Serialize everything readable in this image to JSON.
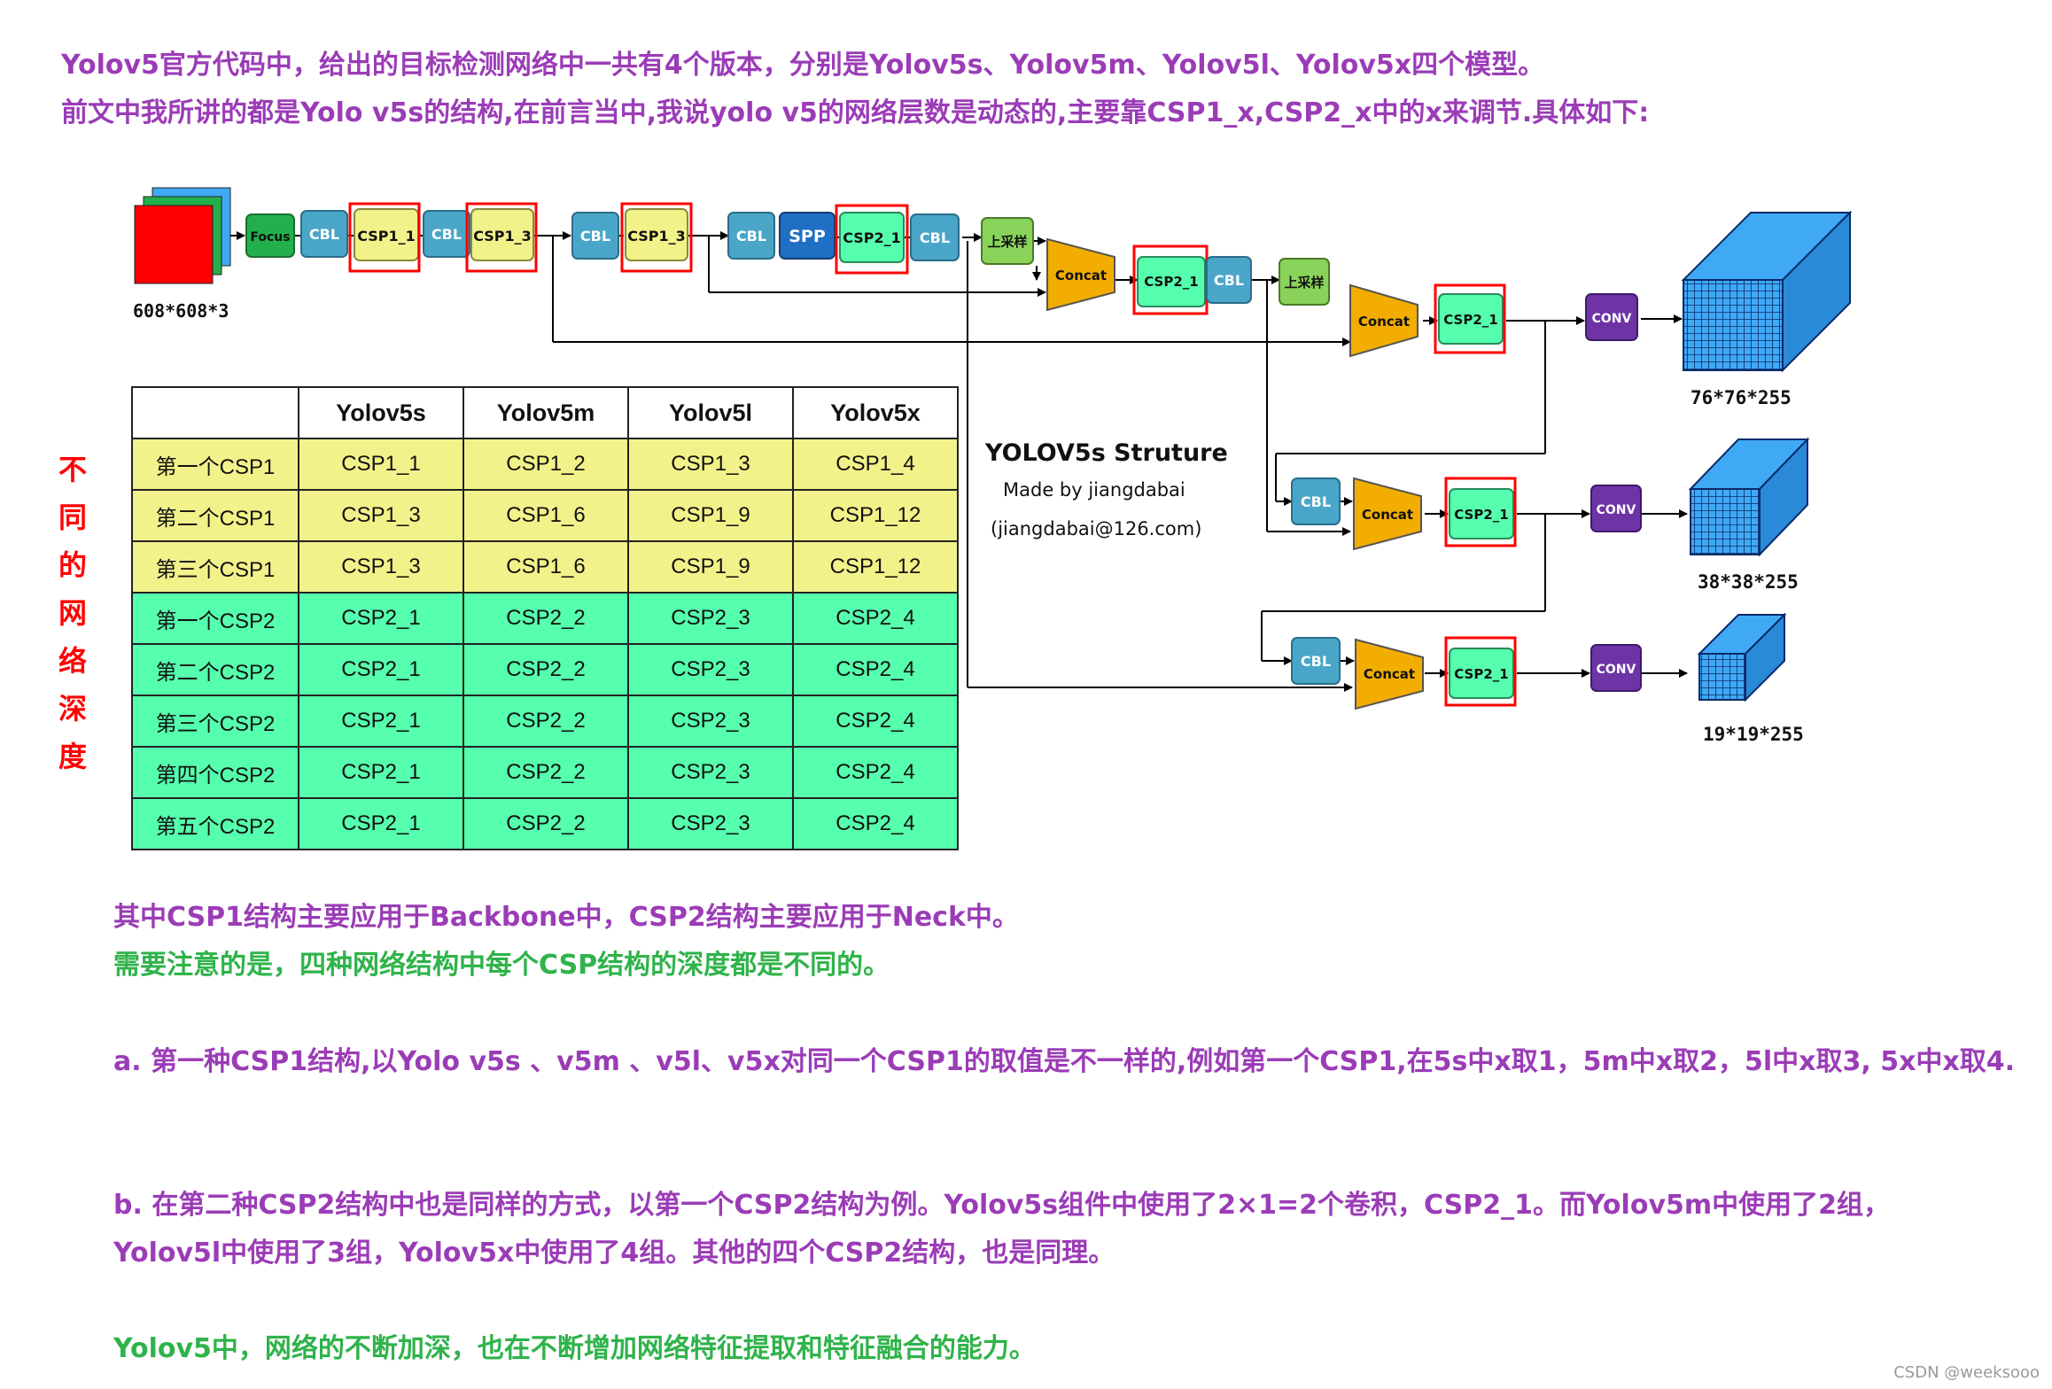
{
  "intro": {
    "line1": "Yolov5官方代码中，给出的目标检测网络中一共有4个版本，分别是Yolov5s、Yolov5m、Yolov5l、Yolov5x四个模型。",
    "line2": "前文中我所讲的都是Yolo v5s的结构,在前言当中,我说yolo v5的网络层数是动态的,主要靠CSP1_x,CSP2_x中的x来调节.具体如下:"
  },
  "vertical_label": [
    "不",
    "同",
    "的",
    "网",
    "络",
    "深",
    "度"
  ],
  "table": {
    "headers": [
      "",
      "Yolov5s",
      "Yolov5m",
      "Yolov5l",
      "Yolov5x"
    ],
    "rows": [
      {
        "label": "第一个CSP1",
        "cells": [
          "CSP1_1",
          "CSP1_2",
          "CSP1_3",
          "CSP1_4"
        ]
      },
      {
        "label": "第二个CSP1",
        "cells": [
          "CSP1_3",
          "CSP1_6",
          "CSP1_9",
          "CSP1_12"
        ]
      },
      {
        "label": "第三个CSP1",
        "cells": [
          "CSP1_3",
          "CSP1_6",
          "CSP1_9",
          "CSP1_12"
        ]
      },
      {
        "label": "第一个CSP2",
        "cells": [
          "CSP2_1",
          "CSP2_2",
          "CSP2_3",
          "CSP2_4"
        ]
      },
      {
        "label": "第二个CSP2",
        "cells": [
          "CSP2_1",
          "CSP2_2",
          "CSP2_3",
          "CSP2_4"
        ]
      },
      {
        "label": "第三个CSP2",
        "cells": [
          "CSP2_1",
          "CSP2_2",
          "CSP2_3",
          "CSP2_4"
        ]
      },
      {
        "label": "第四个CSP2",
        "cells": [
          "CSP2_1",
          "CSP2_2",
          "CSP2_3",
          "CSP2_4"
        ]
      },
      {
        "label": "第五个CSP2",
        "cells": [
          "CSP2_1",
          "CSP2_2",
          "CSP2_3",
          "CSP2_4"
        ]
      }
    ]
  },
  "diagram": {
    "input_label": "608*608*3",
    "focus": "Focus",
    "cbl": "CBL",
    "spp": "SPP",
    "csp1_1": "CSP1_1",
    "csp1_3": "CSP1_3",
    "csp2_1": "CSP2_1",
    "upsample": "上采样",
    "concat": "Concat",
    "conv": "CONV",
    "out1": "76*76*255",
    "out2": "38*38*255",
    "out3": "19*19*255",
    "title": "YOLOV5s Struture",
    "author": "Made by jiangdabai",
    "email": "(jiangdabai@126.com)"
  },
  "notes": {
    "n1": "其中CSP1结构主要应用于Backbone中，CSP2结构主要应用于Neck中。",
    "n2": "需要注意的是，四种网络结构中每个CSP结构的深度都是不同的。",
    "n3": "a. 第一种CSP1结构,以Yolo v5s 、v5m 、v5l、v5x对同一个CSP1的取值是不一样的,例如第一个CSP1,在5s中x取1，5m中x取2，5l中x取3, 5x中x取4.",
    "n4": "b. 在第二种CSP2结构中也是同样的方式，以第一个CSP2结构为例。Yolov5s组件中使用了2×1=2个卷积，CSP2_1。而Yolov5m中使用了2组，",
    "n5": "Yolov5l中使用了3组，Yolov5x中使用了4组。其他的四个CSP2结构，也是同理。",
    "n6": "Yolov5中，网络的不断加深，也在不断增加网络特征提取和特征融合的能力。"
  },
  "credit": "CSDN @weeksooo",
  "colors": {
    "purple_text": "#9b3cb7",
    "green_text": "#2fb34a",
    "red": "#ff0000",
    "cbl": "#4aa6c8",
    "focus": "#22b04c",
    "csp1": "#f2f28a",
    "csp2": "#55ffad",
    "spp": "#1f6fc4",
    "concat": "#f2ad00",
    "conv": "#6e34a6",
    "upsample": "#8ad35a",
    "cube": "#3fa9f5"
  }
}
